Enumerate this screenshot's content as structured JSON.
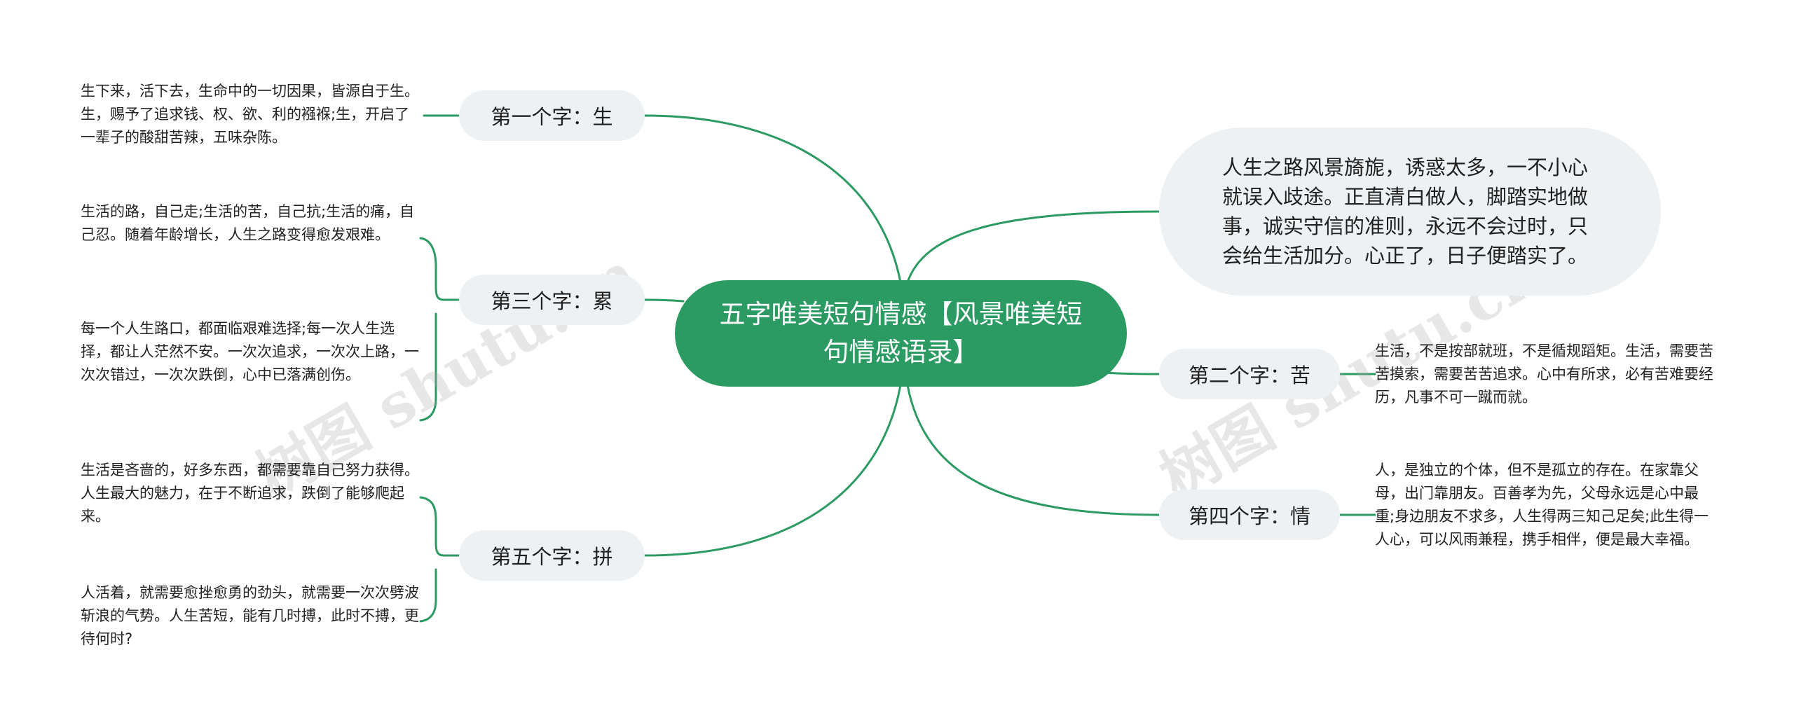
{
  "root": {
    "title": "五字唯美短句情感【风景唯美短句情感语录】"
  },
  "intro": {
    "text": "人生之路风景旖旎，诱惑太多，一不小心就误入歧途。正直清白做人，脚踏实地做事，诚实守信的准则，永远不会过时，只会给生活加分。心正了，日子便踏实了。"
  },
  "branches": {
    "sheng": {
      "label": "第一个字：生",
      "notes": [
        "生下来，活下去，生命中的一切因果，皆源自于生。生，赐予了追求钱、权、欲、利的襁褓;生，开启了一辈子的酸甜苦辣，五味杂陈。"
      ]
    },
    "lei": {
      "label": "第三个字：累",
      "notes": [
        "生活的路，自己走;生活的苦，自己抗;生活的痛，自己忍。随着年龄增长，人生之路变得愈发艰难。",
        "每一个人生路口，都面临艰难选择;每一次人生选择，都让人茫然不安。一次次追求，一次次上路，一次次错过，一次次跌倒，心中已落满创伤。"
      ]
    },
    "pin": {
      "label": "第五个字：拼",
      "notes": [
        "生活是吝啬的，好多东西，都需要靠自己努力获得。人生最大的魅力，在于不断追求，跌倒了能够爬起来。",
        "人活着，就需要愈挫愈勇的劲头，就需要一次次劈波斩浪的气势。人生苦短，能有几时搏，此时不搏，更待何时?"
      ]
    },
    "ku": {
      "label": "第二个字：苦",
      "notes": [
        "生活，不是按部就班，不是循规蹈矩。生活，需要苦苦摸索，需要苦苦追求。心中有所求，必有苦难要经历，凡事不可一蹴而就。"
      ]
    },
    "qing": {
      "label": "第四个字：情",
      "notes": [
        "人，是独立的个体，但不是孤立的存在。在家靠父母，出门靠朋友。百善孝为先，父母永远是心中最重;身边朋友不求多，人生得两三知己足矣;此生得一人心，可以风雨兼程，携手相伴，便是最大幸福。"
      ]
    }
  },
  "watermarks": [
    "树图 shutu.cn",
    "树图 shutu.cn"
  ],
  "colors": {
    "accent": "#2c9a63",
    "node_bg": "#eef1f3",
    "link": "#2c9a63"
  }
}
